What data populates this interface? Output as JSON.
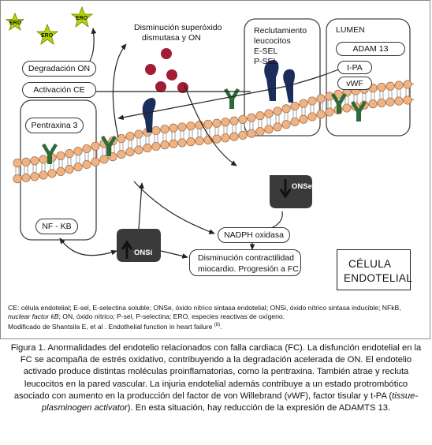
{
  "diagram": {
    "ero_labels": [
      "ERO",
      "ERO",
      "ERO"
    ],
    "degradacion": "Degradación ON",
    "activacion": "Activación CE",
    "disminucion_superoxido_line1": "Disminución superóxido",
    "disminucion_superoxido_line2": "dismutasa y ON",
    "reclutamiento_line1": "Reclutamiento",
    "reclutamiento_line2": "leucocitos",
    "esel": "E-SEL",
    "psel": "P-SEL",
    "lumen": "LUMEN",
    "adam13": "ADAM 13",
    "tpa": "t-PA",
    "vwf": "vWF",
    "pentraxina": "Pentraxina 3",
    "nfkb": "NF - KB",
    "onse": "ONSe",
    "onsi": "ONSi",
    "nadph": "NADPH oxidasa",
    "contractilidad_line1": "Disminución contractilidad",
    "contractilidad_line2": "miocardio. Progresión a FC",
    "celula_line1": "CÉLULA",
    "celula_line2": "ENDOTELIAL"
  },
  "legend": {
    "line1": "CE: célula endotelial; E-sel, E-selectina soluble; ONSe, óxido nítrico sintasa endotelial; ONSi, óxido nítrico sintasa inducible; NFkB,",
    "line2_italic": "nuclear factor kB",
    "line2_rest": "; ON, óxido nítrico; P-sel, P-selectina; ERO, especies reactivas de oxígeno.",
    "line3": "Modificado de Shantsila E, et al . Endothelial function in heart failure ",
    "line3_ref": "(8)",
    "line3_end": "."
  },
  "caption": {
    "part1": "Figura 1. Anormalidades del endotelio relacionados con falla cardiaca (FC). La disfunción endotelial en la FC se acompaña de estrés oxidativo, contribuyendo a la degradación acelerada de ON. El endotelio activado produce distintas moléculas proinflamatorias, como la pentraxina. También atrae y recluta leucocitos en la pared vascular. La injuria endotelial además contribuye a un estado protrombótico asociado con aumento en la producción del factor de von Willebrand (vWF), factor tisular y t-PA (",
    "italic": "tissue-plasminogen activator",
    "part2": "). En esta situación, hay reducción de la expresión de ADAMTS 13."
  },
  "colors": {
    "bead": "#f2b382",
    "bead_stroke": "#9a6a45",
    "membrane_line": "#6b6b6b",
    "receptor_green": "#2f6b3a",
    "selectin_navy": "#1c2d5c",
    "ero_star": "#b8d400",
    "ros_dot": "#a11d33",
    "ons_dark": "#3a3a3a"
  }
}
